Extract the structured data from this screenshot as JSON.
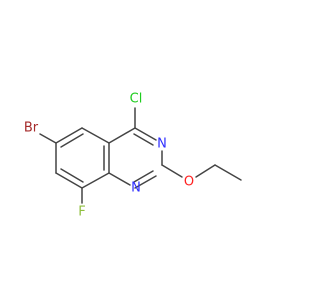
{
  "molecule": {
    "atoms": {
      "br": {
        "symbol": "Br",
        "color": "#a52a2a"
      },
      "cl": {
        "symbol": "Cl",
        "color": "#1fcc1f"
      },
      "n_upper": {
        "symbol": "N",
        "color": "#2f2fff"
      },
      "n_lower": {
        "symbol": "N",
        "color": "#2f2fff"
      },
      "o": {
        "symbol": "O",
        "color": "#ff2020"
      },
      "f": {
        "symbol": "F",
        "color": "#8fbf3f"
      }
    },
    "bond_color": "#444444",
    "background": "#ffffff"
  }
}
